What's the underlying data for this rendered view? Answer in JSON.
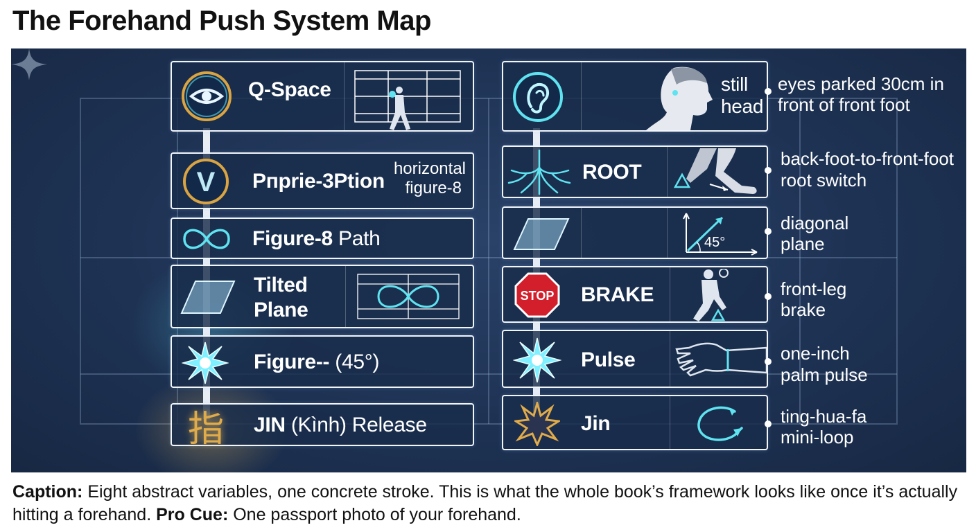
{
  "title": "The Forehand Push System Map",
  "left_cards": [
    {
      "label": "Q-Space",
      "icon": "eye-icon"
    },
    {
      "label": "Pпprie-3Ption",
      "sub_line1": "horizontal",
      "sub_line2": "figure-8",
      "icon": "letter-v-icon"
    },
    {
      "label_bold": "Figure-8",
      "label_rest": " Path",
      "icon": "infinity-icon"
    },
    {
      "label_line1": "Tilted",
      "label_line2": "Plane",
      "icon": "parallelogram-icon"
    },
    {
      "label_bold": "Figure--",
      "label_rest": " (45°)",
      "icon": "starburst-icon"
    },
    {
      "label_bold": "JIN",
      "label_rest": " (Kình) Release",
      "glyph": "指",
      "icon": "chinese-character-icon"
    }
  ],
  "right_cards": [
    {
      "label_line1": "still",
      "label_line2": "head",
      "note_line1": "eyes parked 30cm in",
      "note_line2": "front of front foot",
      "icon": "ear-icon"
    },
    {
      "label": "ROOT",
      "note_line1": "back-foot-to-front-foot",
      "note_line2": "root switch",
      "icon": "roots-icon"
    },
    {
      "angle": "45°",
      "note_line1": "diagonal",
      "note_line2": "plane",
      "icon": "parallelogram-icon"
    },
    {
      "label": "BRAKE",
      "stop": "STOP",
      "note_line1": "front-leg",
      "note_line2": "brake",
      "icon": "stop-sign-icon"
    },
    {
      "label": "Pulse",
      "note_line1": "one-inch",
      "note_line2": "palm pulse",
      "icon": "starburst-icon"
    },
    {
      "label": "Jin",
      "note_line1": "ting-hua-fa",
      "note_line2": "mini-loop",
      "icon": "explosion-icon"
    }
  ],
  "caption": {
    "label": "Caption:",
    "text": " Eight abstract variables, one concrete stroke. This is what the whole book’s framework looks like once it’s actually hitting a forehand. ",
    "cue_label": "Pro Cue:",
    "cue_text": " One passport photo of your forehand."
  },
  "colors": {
    "background": "#1d3152",
    "card_border": "#f2f5fa",
    "cyan_accent": "#5fe3f0",
    "gold_accent": "#d9a441",
    "stop_red": "#d21f2b"
  }
}
